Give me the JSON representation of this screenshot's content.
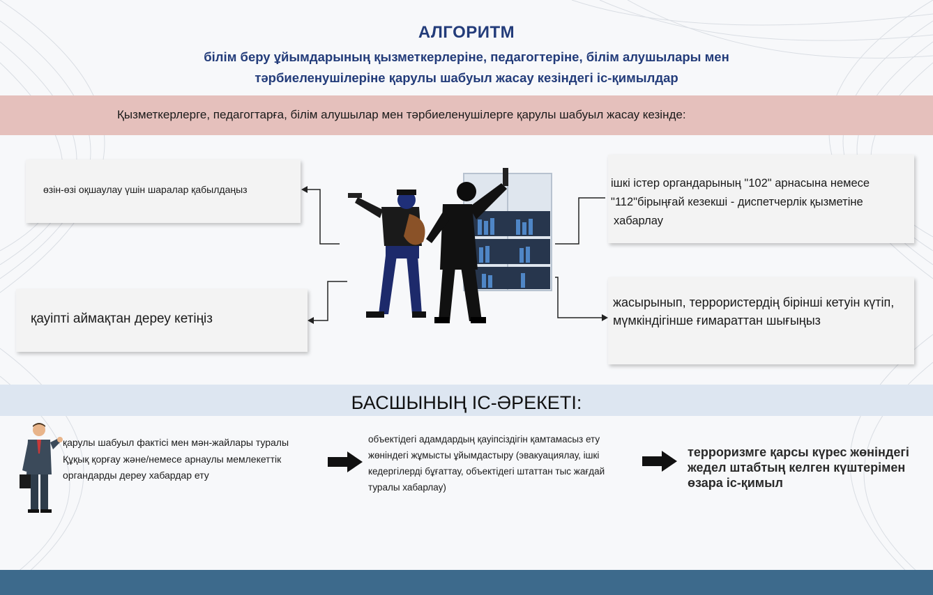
{
  "header": {
    "title": "АЛГОРИТМ",
    "subtitle_line1": "білім беру ұйымдарының қызметкерлеріне, педагогтеріне, білім алушылары мен",
    "subtitle_line2": "тәрбиеленушілеріне қарулы шабуыл жасау кезіндегі іс-қимылдар"
  },
  "banner": {
    "text": "Қызметкерлерге, педагогтарға, білім алушылар мен тәрбиеленушілерге қарулы шабуыл жасау кезінде:"
  },
  "cards": {
    "self_defense": "өзін-өзі оқшаулау үшін шаралар қабылдаңыз",
    "leave_zone": "қауіпті аймақтан дереу кетіңіз",
    "call_line1": "ішкі істер органдарының \"102\" арнасына немесе",
    "call_line2": "\"112\"бірыңғай кезекші - диспетчерлік қызметіне",
    "call_line3": "хабарлау",
    "hide_text": "жасырынып, террористердің бірінші кетуін күтіп, мүмкіндігінше ғимараттан шығыңыз"
  },
  "leader": {
    "section_title": "БАСШЫНЫҢ ІС-ӘРЕКЕТІ:",
    "action1": "қарулы шабуыл фактісі мен мән-жайлары туралы Құқық қорғау және/немесе арнаулы мемлекеттік органдарды дереу хабардар ету",
    "action2": "объектідегі адамдардың қауіпсіздігін қамтамасыз ету жөніндегі жұмысты ұйымдастыру (эвакуациялау, ішкі кедергілерді бұғаттау, объектідегі штаттан тыс жағдай туралы хабарлау)",
    "action3": "терроризмге қарсы күрес жөніндегі жедел штабтың келген күштерімен өзара іс-қимыл"
  },
  "icons": {
    "attackers": "armed-attackers-illustration",
    "businessman": "businessman-icon",
    "arrow": "arrow-right-icon"
  },
  "colors": {
    "title": "#233c7a",
    "banner": "#e5c0bc",
    "section_band": "#dde6f1",
    "footer": "#3d6a8c"
  }
}
